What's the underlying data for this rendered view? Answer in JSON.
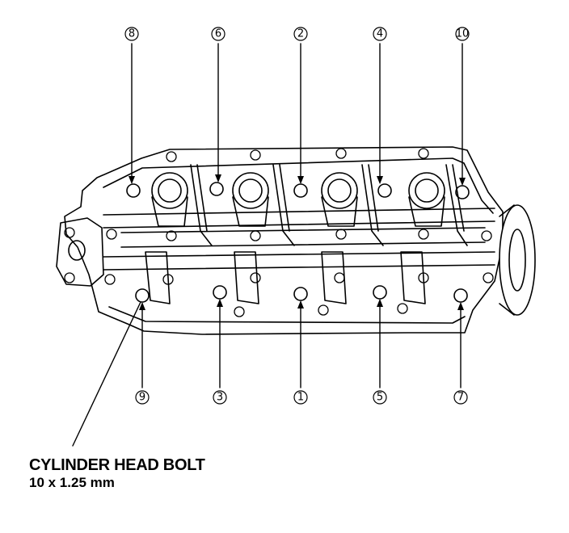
{
  "caption": {
    "title": "CYLINDER HEAD BOLT",
    "size": "10 x 1.25 mm"
  },
  "sequence": {
    "top": [
      "8",
      "6",
      "2",
      "4",
      "10"
    ],
    "bottom": [
      "9",
      "3",
      "1",
      "5",
      "7"
    ]
  }
}
